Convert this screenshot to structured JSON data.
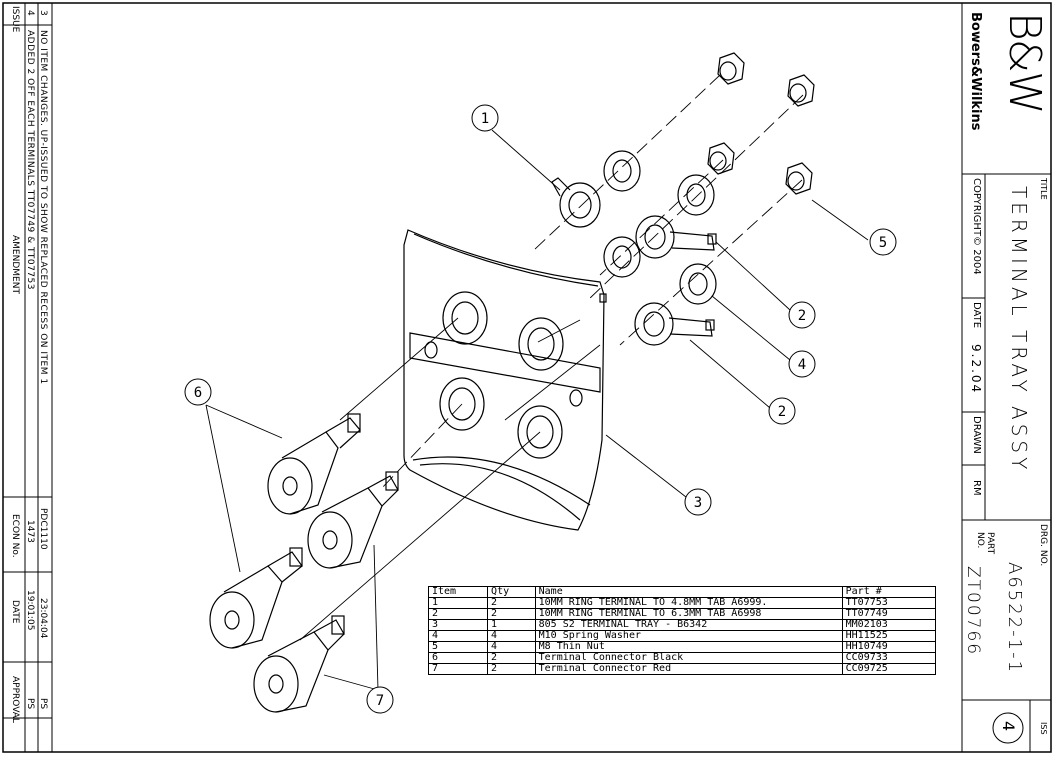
{
  "title_block": {
    "brand_logo": "B&W",
    "brand_name": "Bowers&Wilkins",
    "title_caption": "TITLE",
    "title": "TERMINAL TRAY ASSY",
    "copyright": "COPYRIGHT© 2004",
    "date_label": "DATE",
    "date_value": "9.2.04",
    "drawn_label": "DRAWN",
    "drawn_value": "RM",
    "drg_label": "DRG. NO.",
    "drg_value": "A6522-1-1",
    "part_label": "PART NO.",
    "part_value": "ZT00766",
    "iss_label": "ISS",
    "iss_value": "4"
  },
  "amendments": {
    "headers": {
      "issue": "ISSUE",
      "amendment": "AMENDMENT",
      "econ": "ECON No.",
      "date": "DATE",
      "approval": "APPROVAL"
    },
    "rows": [
      {
        "issue": "3",
        "text": "NO ITEM CHANGES. UP-ISSUED TO SHOW REPLACED RECESS ON ITEM 1",
        "econ": "PDC1110",
        "date": "23:04:04",
        "approval": "PS"
      },
      {
        "issue": "4",
        "text": "ADDED 2 OFF EACH TERMINALS TT07749 & TT07753",
        "econ": "1473",
        "date": "19:01:05",
        "approval": "PS"
      }
    ]
  },
  "bom": {
    "headers": [
      "Item",
      "Qty",
      "Name",
      "Part #"
    ],
    "rows": [
      [
        "1",
        "2",
        "10MM RING TERMINAL TO 4.8MM TAB A6999.",
        "TT07753"
      ],
      [
        "2",
        "2",
        "10MM RING TERMINAL TO 6.3MM TAB A6998",
        "TT07749"
      ],
      [
        "3",
        "1",
        "805 S2 TERMINAL TRAY - B6342",
        "MM02103"
      ],
      [
        "4",
        "4",
        "M10 Spring Washer",
        "HH11525"
      ],
      [
        "5",
        "4",
        "M8 Thin Nut",
        "HH10749"
      ],
      [
        "6",
        "2",
        "Terminal Connector Black",
        "CC09733"
      ],
      [
        "7",
        "2",
        "Terminal Connector Red",
        "CC09725"
      ]
    ]
  },
  "balloons": [
    "1",
    "2",
    "2",
    "3",
    "4",
    "5",
    "6",
    "7"
  ]
}
